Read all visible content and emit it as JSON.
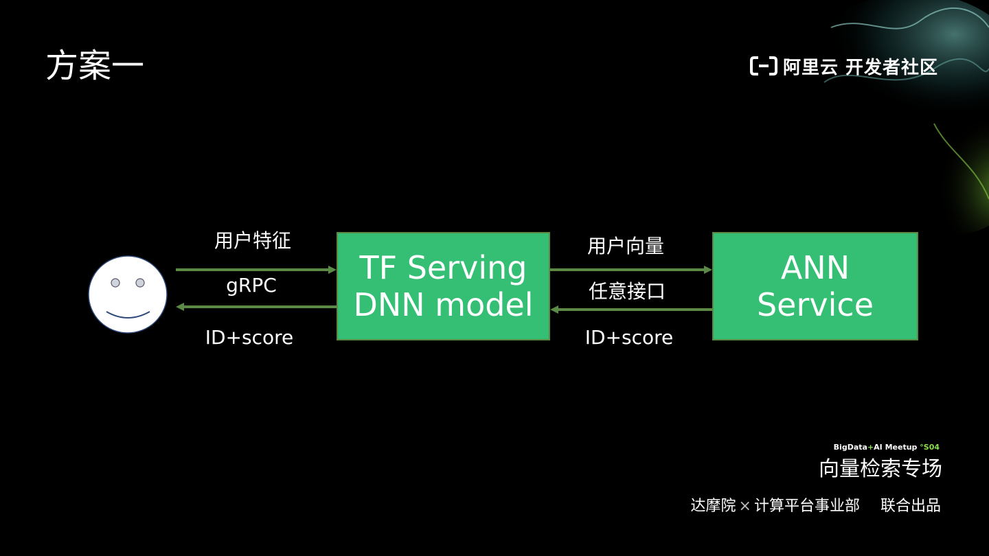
{
  "slide": {
    "title": "方案一"
  },
  "logo": {
    "text": "阿里云 开发者社区"
  },
  "diagram": {
    "nodes": {
      "dnn": {
        "line1": "TF Serving",
        "line2": "DNN model"
      },
      "ann": {
        "line1": "ANN",
        "line2": "Service"
      }
    },
    "labels": {
      "user_feature": "用户特征",
      "grpc": "gRPC",
      "id_score_left": "ID+score",
      "user_vector": "用户向量",
      "any_interface": "任意接口",
      "id_score_right": "ID+score"
    },
    "colors": {
      "box_fill": "#35bf74",
      "arrow": "#5a8a45"
    }
  },
  "footer": {
    "series_prefix": "BigData",
    "series_plus": "+",
    "series_ai": "AI  Meetup ",
    "series_season": "°S04",
    "event": "向量检索专场",
    "org1": "达摩院",
    "times": "×",
    "org2": "计算平台事业部",
    "credit": "联合出品"
  }
}
